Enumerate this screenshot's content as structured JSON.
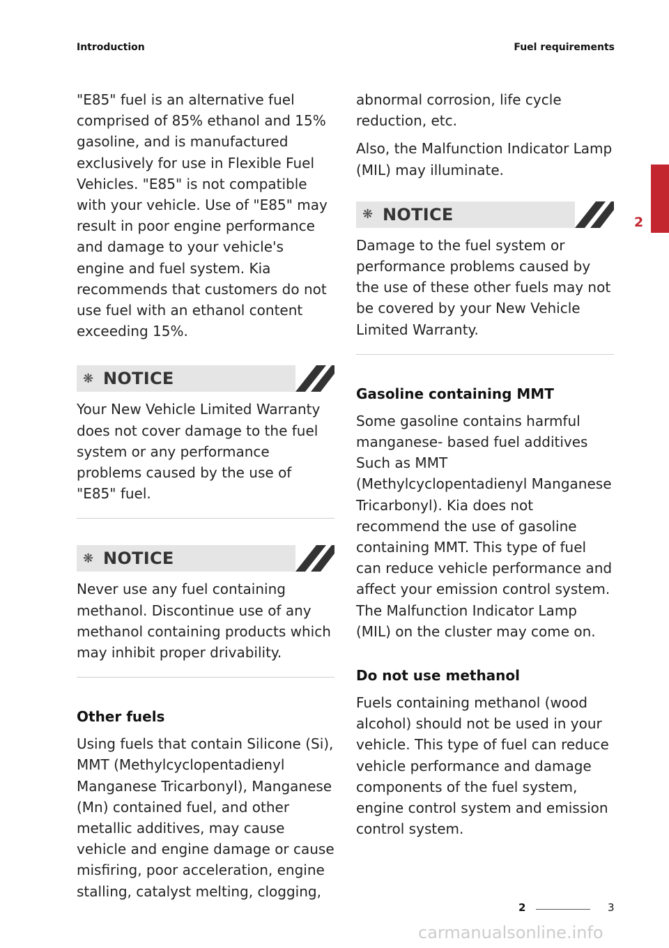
{
  "header": {
    "left": "Introduction",
    "right": "Fuel requirements"
  },
  "left_column": {
    "intro": "\"E85\" fuel is an alternative fuel comprised of 85% ethanol and 15% gasoline, and is manufactured exclusively for use in Flexible Fuel Vehicles. \"E85\" is not compatible with your vehicle. Use of \"E85\" may result in poor engine performance and damage to your vehicle's engine and fuel system. Kia recommends that customers do not use fuel with an ethanol content exceeding 15%.",
    "notice1": {
      "label": "NOTICE",
      "text": "Your New Vehicle Limited Warranty does not cover damage to the fuel system or any performance problems caused by the use of \"E85\" fuel."
    },
    "notice2": {
      "label": "NOTICE",
      "text": "Never use any fuel containing methanol. Discontinue use of any methanol containing products which may inhibit proper drivability."
    },
    "other_fuels": {
      "heading": "Other fuels",
      "text": "Using fuels that contain Silicone (Si), MMT (Methylcyclopentadienyl Manganese Tricarbonyl), Manganese (Mn) contained fuel, and other metallic additives, may cause vehicle and engine damage or cause misfiring, poor acceleration, engine stalling, catalyst melting, clogging,"
    }
  },
  "right_column": {
    "cont1": "abnormal corrosion, life cycle reduction, etc.",
    "cont2": "Also, the Malfunction Indicator Lamp (MIL) may illuminate.",
    "notice3": {
      "label": "NOTICE",
      "text": "Damage to the fuel system or performance problems caused by the use of these other fuels may not be covered by your New Vehicle Limited Warranty."
    },
    "mmt": {
      "heading": "Gasoline containing MMT",
      "text": "Some gasoline contains harmful manganese- based fuel additives Such as MMT (Methylcyclopentadienyl Manganese Tricarbonyl). Kia does not recommend the use of gasoline containing MMT. This type of fuel can reduce vehicle performance and affect your emission control system. The Malfunction Indicator Lamp (MIL) on the cluster may come on."
    },
    "methanol": {
      "heading": "Do not use methanol",
      "text": "Fuels containing methanol (wood alcohol) should not be used in your vehicle. This type of fuel can reduce vehicle performance and damage components of the fuel system, engine control system and emission control system."
    }
  },
  "side_tab": {
    "number": "2"
  },
  "footer": {
    "chapter": "2",
    "page": "3"
  },
  "watermark": "carmanualsonline.info",
  "colors": {
    "accent": "#c3262e",
    "notice_bg": "#e5e5e5"
  },
  "icons": {
    "notice": "snowflake-asterisk-icon",
    "notice_decor": "double-slash-icon"
  }
}
